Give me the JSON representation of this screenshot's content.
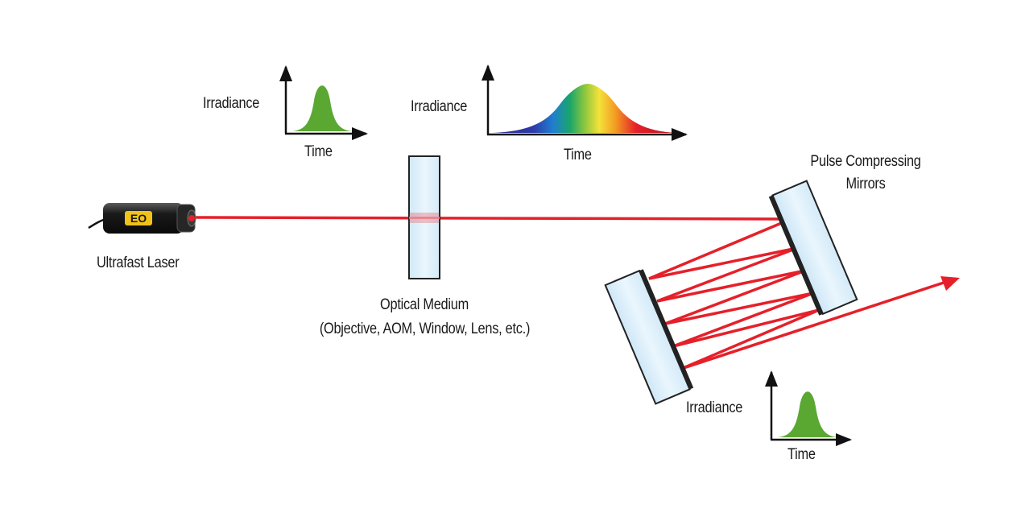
{
  "labels": {
    "laser": "Ultrafast Laser",
    "laser_logo": "EO",
    "medium_title": "Optical Medium",
    "medium_sub": "(Objective, AOM, Window, Lens, etc.)",
    "mirrors_line1": "Pulse Compressing",
    "mirrors_line2": "Mirrors"
  },
  "plots": {
    "input": {
      "ylabel": "Irradiance",
      "xlabel": "Time"
    },
    "dispersed": {
      "ylabel": "Irradiance",
      "xlabel": "Time"
    },
    "output": {
      "ylabel": "Irradiance",
      "xlabel": "Time"
    }
  },
  "colors": {
    "beam": "#e5202a",
    "pulse_green": "#5aa832",
    "glass_fill": "#dff0fb",
    "glass_stroke": "#222222",
    "laser_body": "#1c1c1c",
    "logo": "#f2c21b"
  }
}
